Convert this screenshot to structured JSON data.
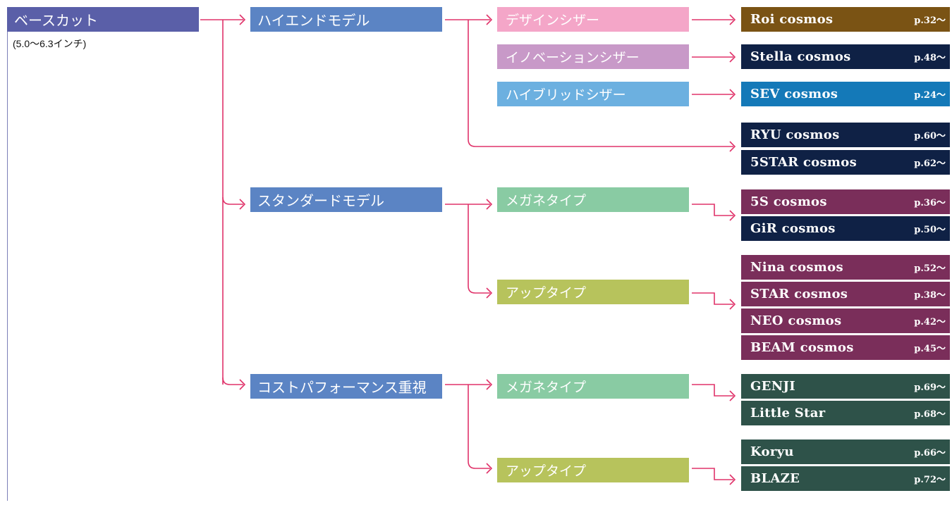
{
  "colors": {
    "line": "#e0336a",
    "root": "#5a5fa8",
    "category": "#5b84c4",
    "design": "#f4a6c8",
    "innovation": "#c899c8",
    "hybrid": "#6cb0e0",
    "megane": "#89cba3",
    "up": "#b7c35c",
    "brown": "#7a5314",
    "navy": "#0f2145",
    "blue": "#1479b8",
    "plum": "#7a2e5a",
    "green": "#2e5249"
  },
  "root": {
    "label": "ベースカット",
    "sub": "(5.0〜6.3インチ)"
  },
  "categories": [
    {
      "label": "ハイエンドモデル"
    },
    {
      "label": "スタンダードモデル"
    },
    {
      "label": "コストパフォーマンス重視"
    }
  ],
  "subs": [
    {
      "label": "デザインシザー",
      "color": "#f4a6c8"
    },
    {
      "label": "イノベーションシザー",
      "color": "#c899c8"
    },
    {
      "label": "ハイブリッドシザー",
      "color": "#6cb0e0"
    },
    {
      "label": "メガネタイプ",
      "color": "#89cba3"
    },
    {
      "label": "アップタイプ",
      "color": "#b7c35c"
    },
    {
      "label": "メガネタイプ",
      "color": "#89cba3"
    },
    {
      "label": "アップタイプ",
      "color": "#b7c35c"
    }
  ],
  "products": [
    {
      "name": "Roi cosmos",
      "page": "p.32〜",
      "color": "#7a5314"
    },
    {
      "name": "Stella cosmos",
      "page": "p.48〜",
      "color": "#0f2145"
    },
    {
      "name": "SEV cosmos",
      "page": "p.24〜",
      "color": "#1479b8"
    },
    {
      "name": "RYU cosmos",
      "page": "p.60〜",
      "color": "#0f2145"
    },
    {
      "name": "5STAR cosmos",
      "page": "p.62〜",
      "color": "#0f2145"
    },
    {
      "name": "5S cosmos",
      "page": "p.36〜",
      "color": "#7a2e5a"
    },
    {
      "name": "GiR cosmos",
      "page": "p.50〜",
      "color": "#0f2145"
    },
    {
      "name": "Nina cosmos",
      "page": "p.52〜",
      "color": "#7a2e5a"
    },
    {
      "name": "STAR cosmos",
      "page": "p.38〜",
      "color": "#7a2e5a"
    },
    {
      "name": "NEO cosmos",
      "page": "p.42〜",
      "color": "#7a2e5a"
    },
    {
      "name": "BEAM cosmos",
      "page": "p.45〜",
      "color": "#7a2e5a"
    },
    {
      "name": "GENJI",
      "page": "p.69〜",
      "color": "#2e5249"
    },
    {
      "name": "Little Star",
      "page": "p.68〜",
      "color": "#2e5249"
    },
    {
      "name": "Koryu",
      "page": "p.66〜",
      "color": "#2e5249"
    },
    {
      "name": "BLAZE",
      "page": "p.72〜",
      "color": "#2e5249"
    }
  ]
}
